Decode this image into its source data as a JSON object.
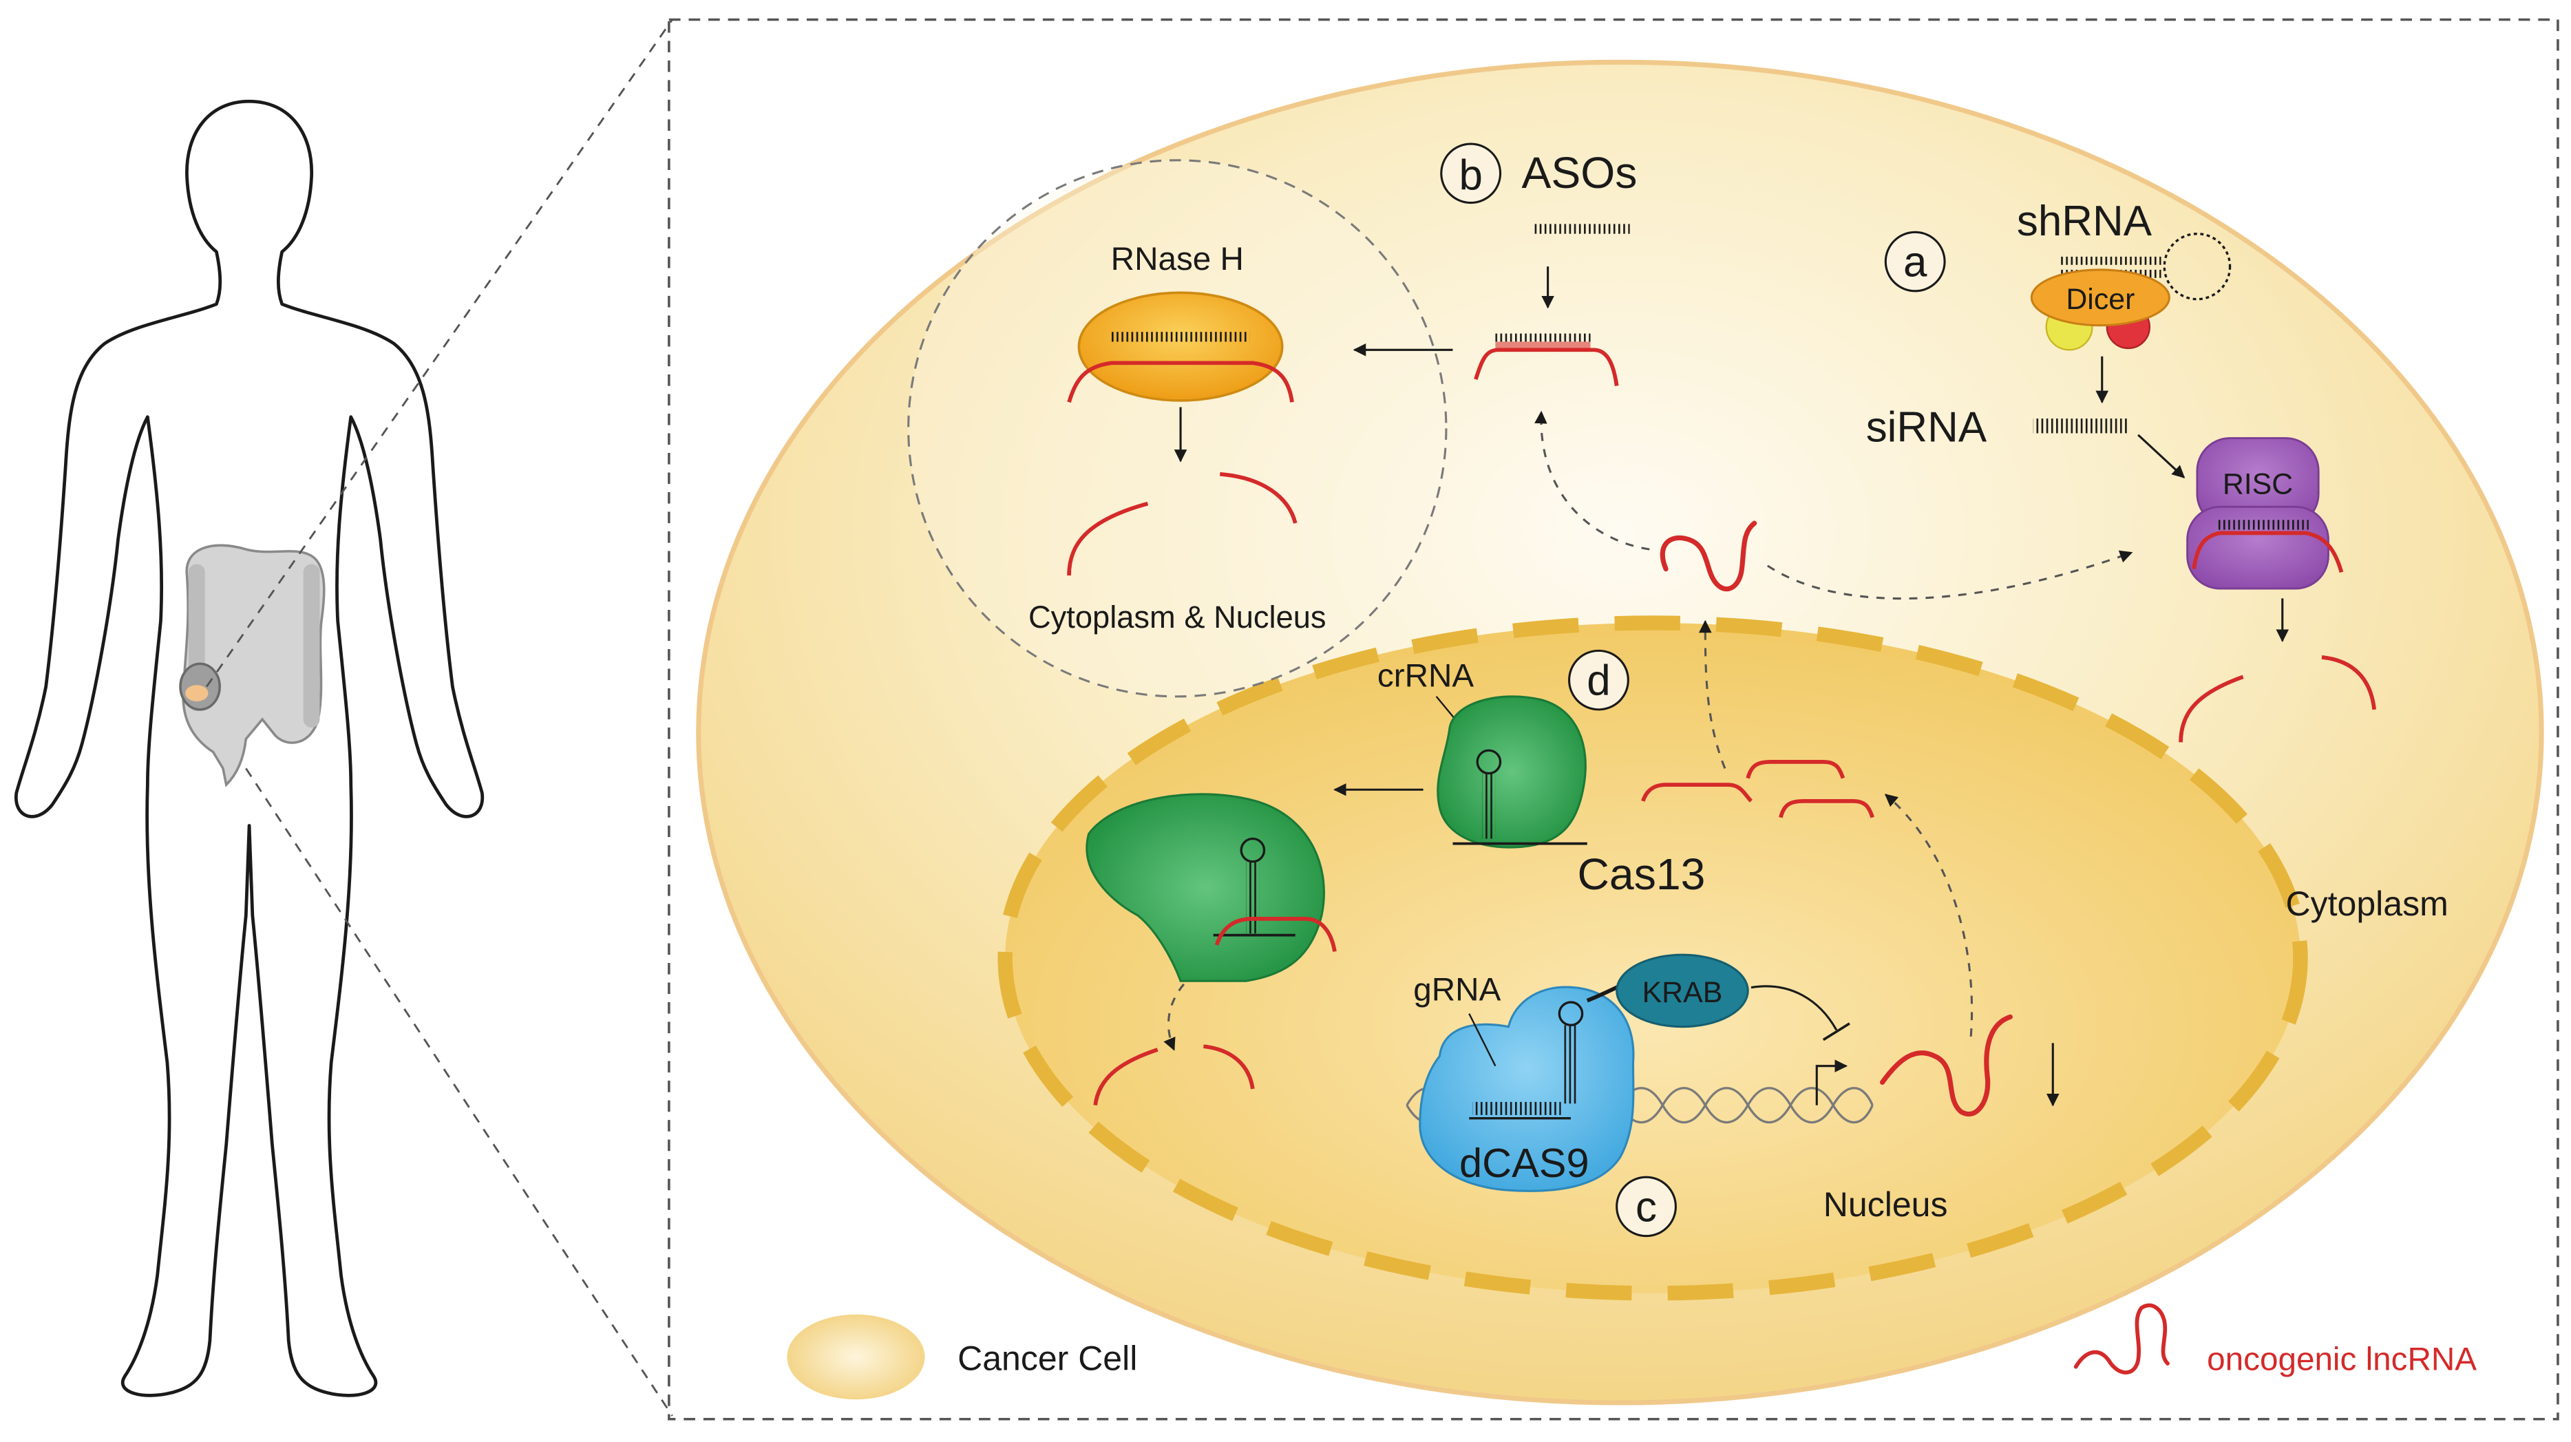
{
  "labels": {
    "asos": "ASOs",
    "shrna": "shRNA",
    "sirna": "siRNA",
    "rnase_h": "RNase H",
    "dicer": "Dicer",
    "risc": "RISC",
    "cyto_nucleus": "Cytoplasm & Nucleus",
    "crrna": "crRNA",
    "cas13": "Cas13",
    "grna": "gRNA",
    "krab": "KRAB",
    "dcas9": "dCAS9",
    "nucleus": "Nucleus",
    "cytoplasm": "Cytoplasm",
    "cancer_cell": "Cancer Cell",
    "oncogenic_lncrna": "oncogenic lncRNA"
  },
  "markers": {
    "a": "a",
    "b": "b",
    "c": "c",
    "d": "d"
  },
  "colors": {
    "cell_fill": "#f6d98a",
    "nucleus_fill": "#f4cd6a",
    "nucleus_dash": "#e3b43c",
    "lncrna_red": "#d42a2a",
    "rnase_orange": "#f2a91f",
    "dicer_orange": "#f0a52a",
    "risc_purple": "#9b59b6",
    "cas13_green": "#2ea44f",
    "dcas9_blue": "#5bb8e8",
    "krab_teal": "#1f7f95"
  }
}
